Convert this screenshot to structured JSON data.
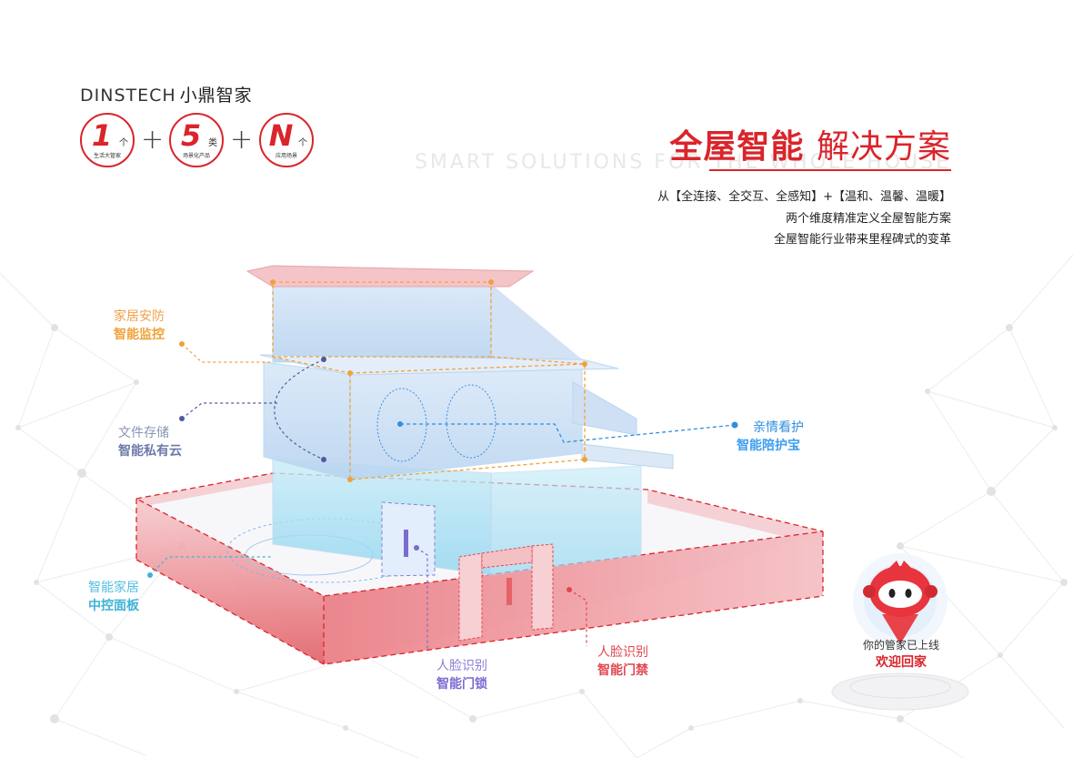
{
  "brand": {
    "latin": "DINSTECH",
    "cn": "小鼎智家"
  },
  "badges": [
    {
      "num": "1",
      "unit": "个",
      "caption": "生活大管家"
    },
    {
      "num": "5",
      "unit": "类",
      "caption": "场景化产品"
    },
    {
      "num": "N",
      "unit": "个",
      "caption": "应用场景"
    }
  ],
  "plus": "+",
  "title": {
    "main": "全屋智能",
    "sub": "解决方案",
    "ghost": "SMART SOLUTIONS FOR THE WHOLE HOUSE"
  },
  "description": [
    "从【全连接、全交互、全感知】+【温和、温馨、温暖】",
    "两个维度精准定义全屋智能方案",
    "全屋智能行业带来里程碑式的变革"
  ],
  "labels": {
    "security": {
      "l1": "家居安防",
      "l2": "智能监控"
    },
    "cloud": {
      "l1": "文件存储",
      "l2": "智能私有云"
    },
    "panel": {
      "l1": "智能家居",
      "l2": "中控面板"
    },
    "care": {
      "l1": "亲情看护",
      "l2": "智能陪护宝"
    },
    "lock": {
      "l1": "人脸识别",
      "l2": "智能门锁"
    },
    "gate": {
      "l1": "人脸识别",
      "l2": "智能门禁"
    }
  },
  "robot": {
    "l1": "你的管家已上线",
    "l2": "欢迎回家"
  },
  "colors": {
    "accent": "#d9252b",
    "orange": "#f0a23a",
    "cyan": "#3eb3d8",
    "blue": "#3f9ef0",
    "purple": "#7a6bd0"
  }
}
